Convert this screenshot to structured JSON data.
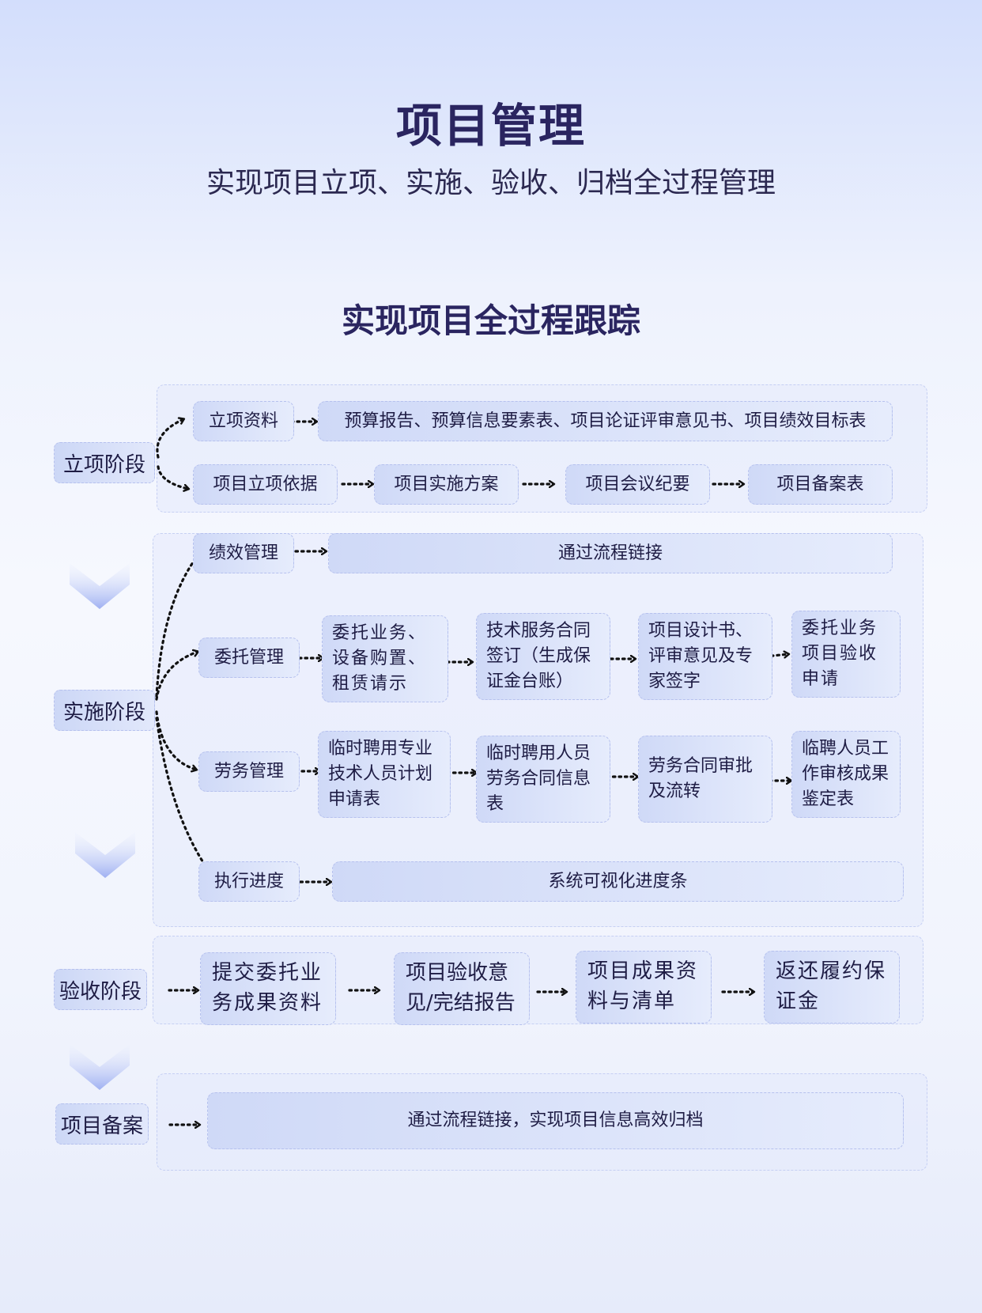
{
  "header": {
    "title": "项目管理",
    "subtitle": "实现项目立项、实施、验收、归档全过程管理"
  },
  "section_title": "实现项目全过程跟踪",
  "stages": {
    "lixiang": {
      "label": "立项阶段",
      "materials": "立项资料",
      "materials_detail": "预算报告、预算信息要素表、项目论证评审意见书、项目绩效目标表",
      "basis": "项目立项依据",
      "basis_flow": [
        "项目实施方案",
        "项目会议纪要",
        "项目备案表"
      ]
    },
    "shishi": {
      "label": "实施阶段",
      "performance": {
        "label": "绩效管理",
        "result": "通过流程链接"
      },
      "entrust": {
        "label": "委托管理",
        "flow": [
          "委托业务、设备购置、租赁请示",
          "技术服务合同签订（生成保证金台账）",
          "项目设计书、评审意见及专家签字",
          "委托业务项目验收申请"
        ]
      },
      "labor": {
        "label": "劳务管理",
        "flow": [
          "临时聘用专业技术人员计划申请表",
          "临时聘用人员劳务合同信息表",
          "劳务合同审批及流转",
          "临聘人员工作审核成果鉴定表"
        ]
      },
      "progress": {
        "label": "执行进度",
        "result": "系统可视化进度条"
      }
    },
    "yanshou": {
      "label": "验收阶段",
      "flow": [
        "提交委托业务成果资料",
        "项目验收意见/完结报告",
        "项目成果资料与清单",
        "返还履约保证金"
      ]
    },
    "beian": {
      "label": "项目备案",
      "result": "通过流程链接，实现项目信息高效归档"
    }
  },
  "colors": {
    "accent": "#2a2560",
    "box_start": "#cfd9f7",
    "box_end": "#e6ecfc",
    "chevron": "#a9b8f4"
  }
}
